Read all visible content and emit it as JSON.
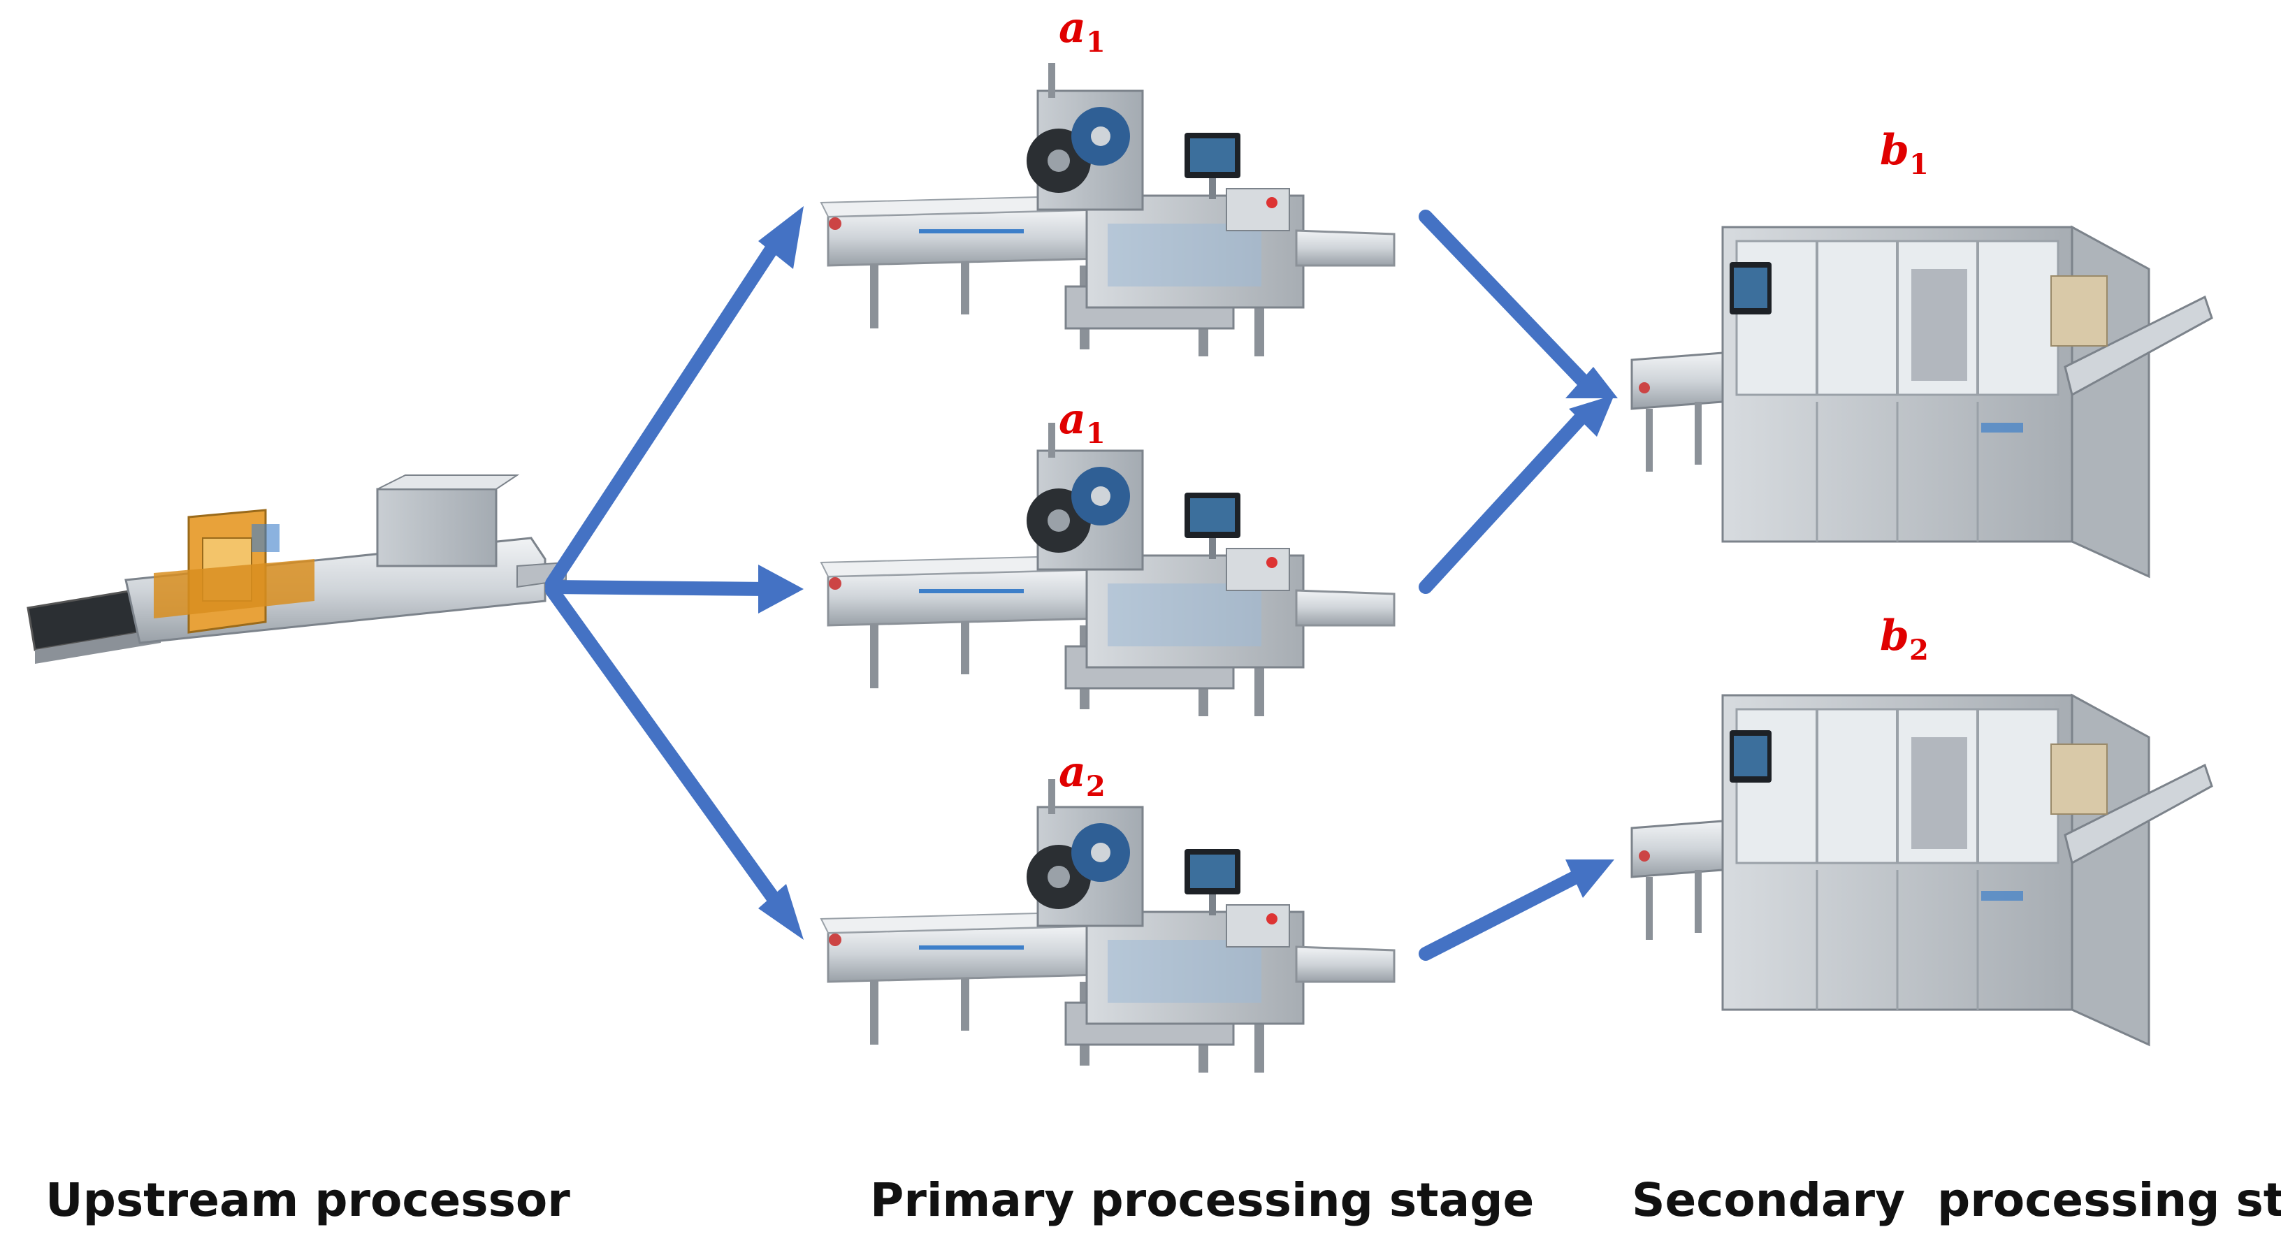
{
  "colors": {
    "arrow": "#4472C4",
    "machine_label": "#E00000",
    "steel_light": "#e4e7ea",
    "steel_mid": "#b9bec4",
    "steel_dark": "#7c838b",
    "belt": "#2b2f33",
    "accent_blue": "#3d7fc9",
    "accent_orange": "#e8a23a"
  },
  "stages": {
    "upstream": "Upstream processor",
    "primary": "Primary processing stage",
    "secondary": "Secondary  processing stage"
  },
  "machines": {
    "a1_top": {
      "letter": "a",
      "index": "1"
    },
    "a1_mid": {
      "letter": "a",
      "index": "1"
    },
    "a2": {
      "letter": "a",
      "index": "2"
    },
    "b1": {
      "letter": "b",
      "index": "1"
    },
    "b2": {
      "letter": "b",
      "index": "2"
    }
  },
  "icons": {
    "upstream": "oven-line-icon",
    "primary": "flow-wrapper-icon",
    "secondary": "cartoner-icon"
  }
}
